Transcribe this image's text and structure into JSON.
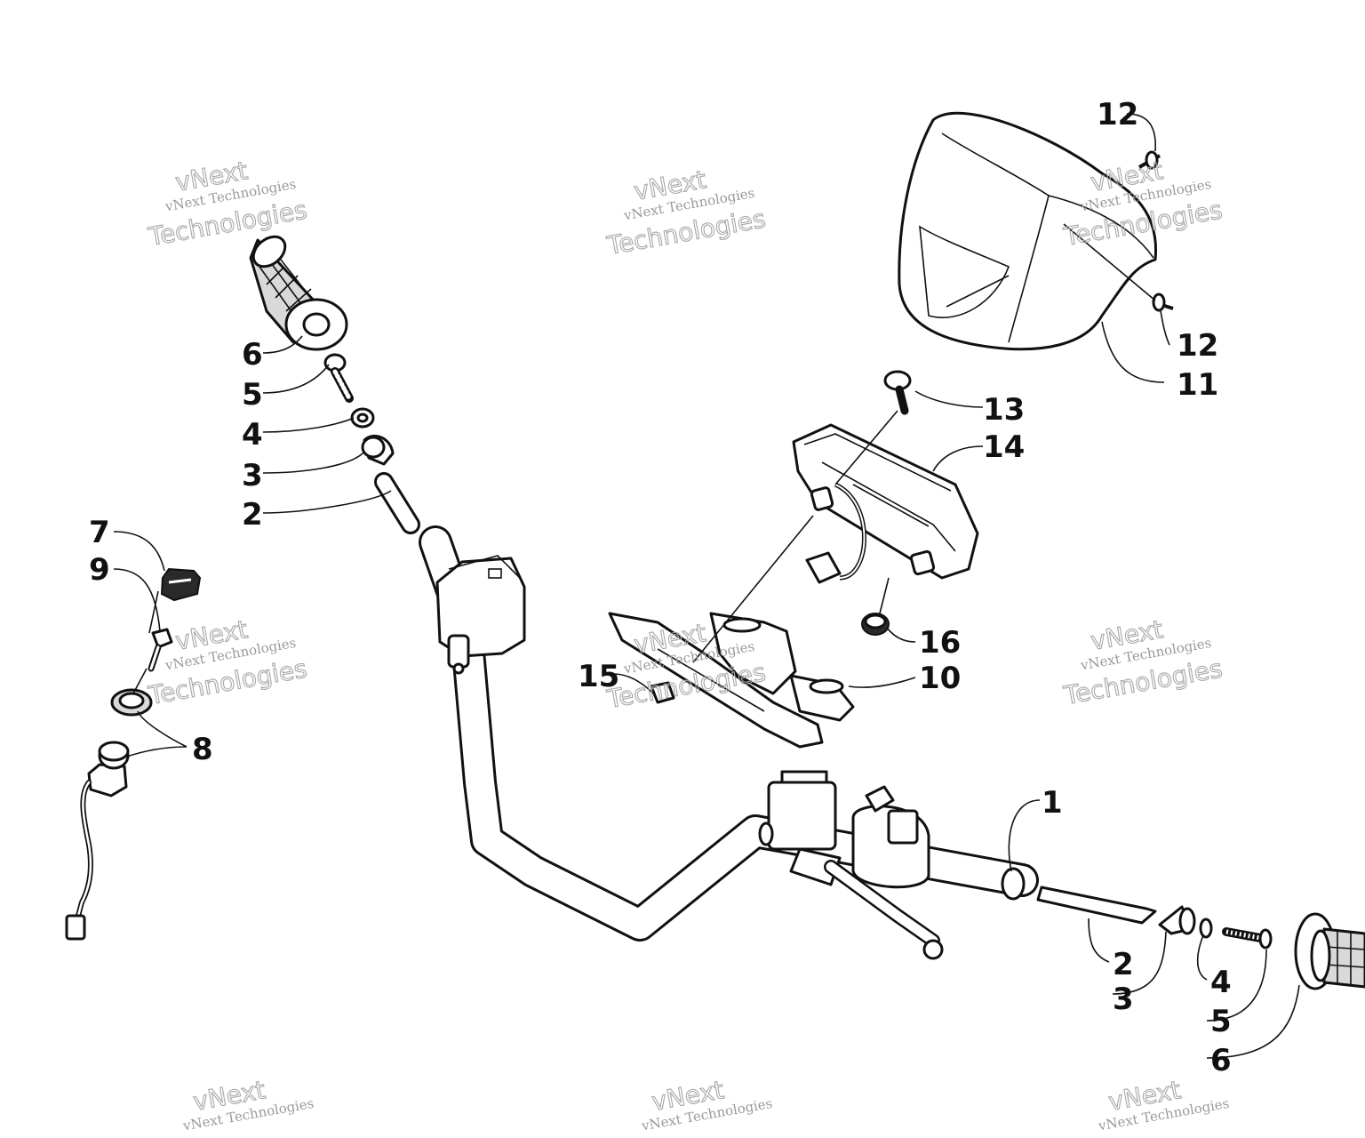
{
  "callouts": {
    "c1": "1",
    "c2_left": "2",
    "c2_right": "2",
    "c3_left": "3",
    "c3_right": "3",
    "c4_left": "4",
    "c4_right": "4",
    "c5_left": "5",
    "c5_right": "5",
    "c6_left": "6",
    "c6_right": "6",
    "c7": "7",
    "c8": "8",
    "c9": "9",
    "c10": "10",
    "c11": "11",
    "c12_top": "12",
    "c12_bottom": "12",
    "c13": "13",
    "c14": "14",
    "c15": "15",
    "c16": "16"
  },
  "watermark": {
    "brand": "vNext",
    "line": "vNext Technologies",
    "word": "Technologies"
  }
}
